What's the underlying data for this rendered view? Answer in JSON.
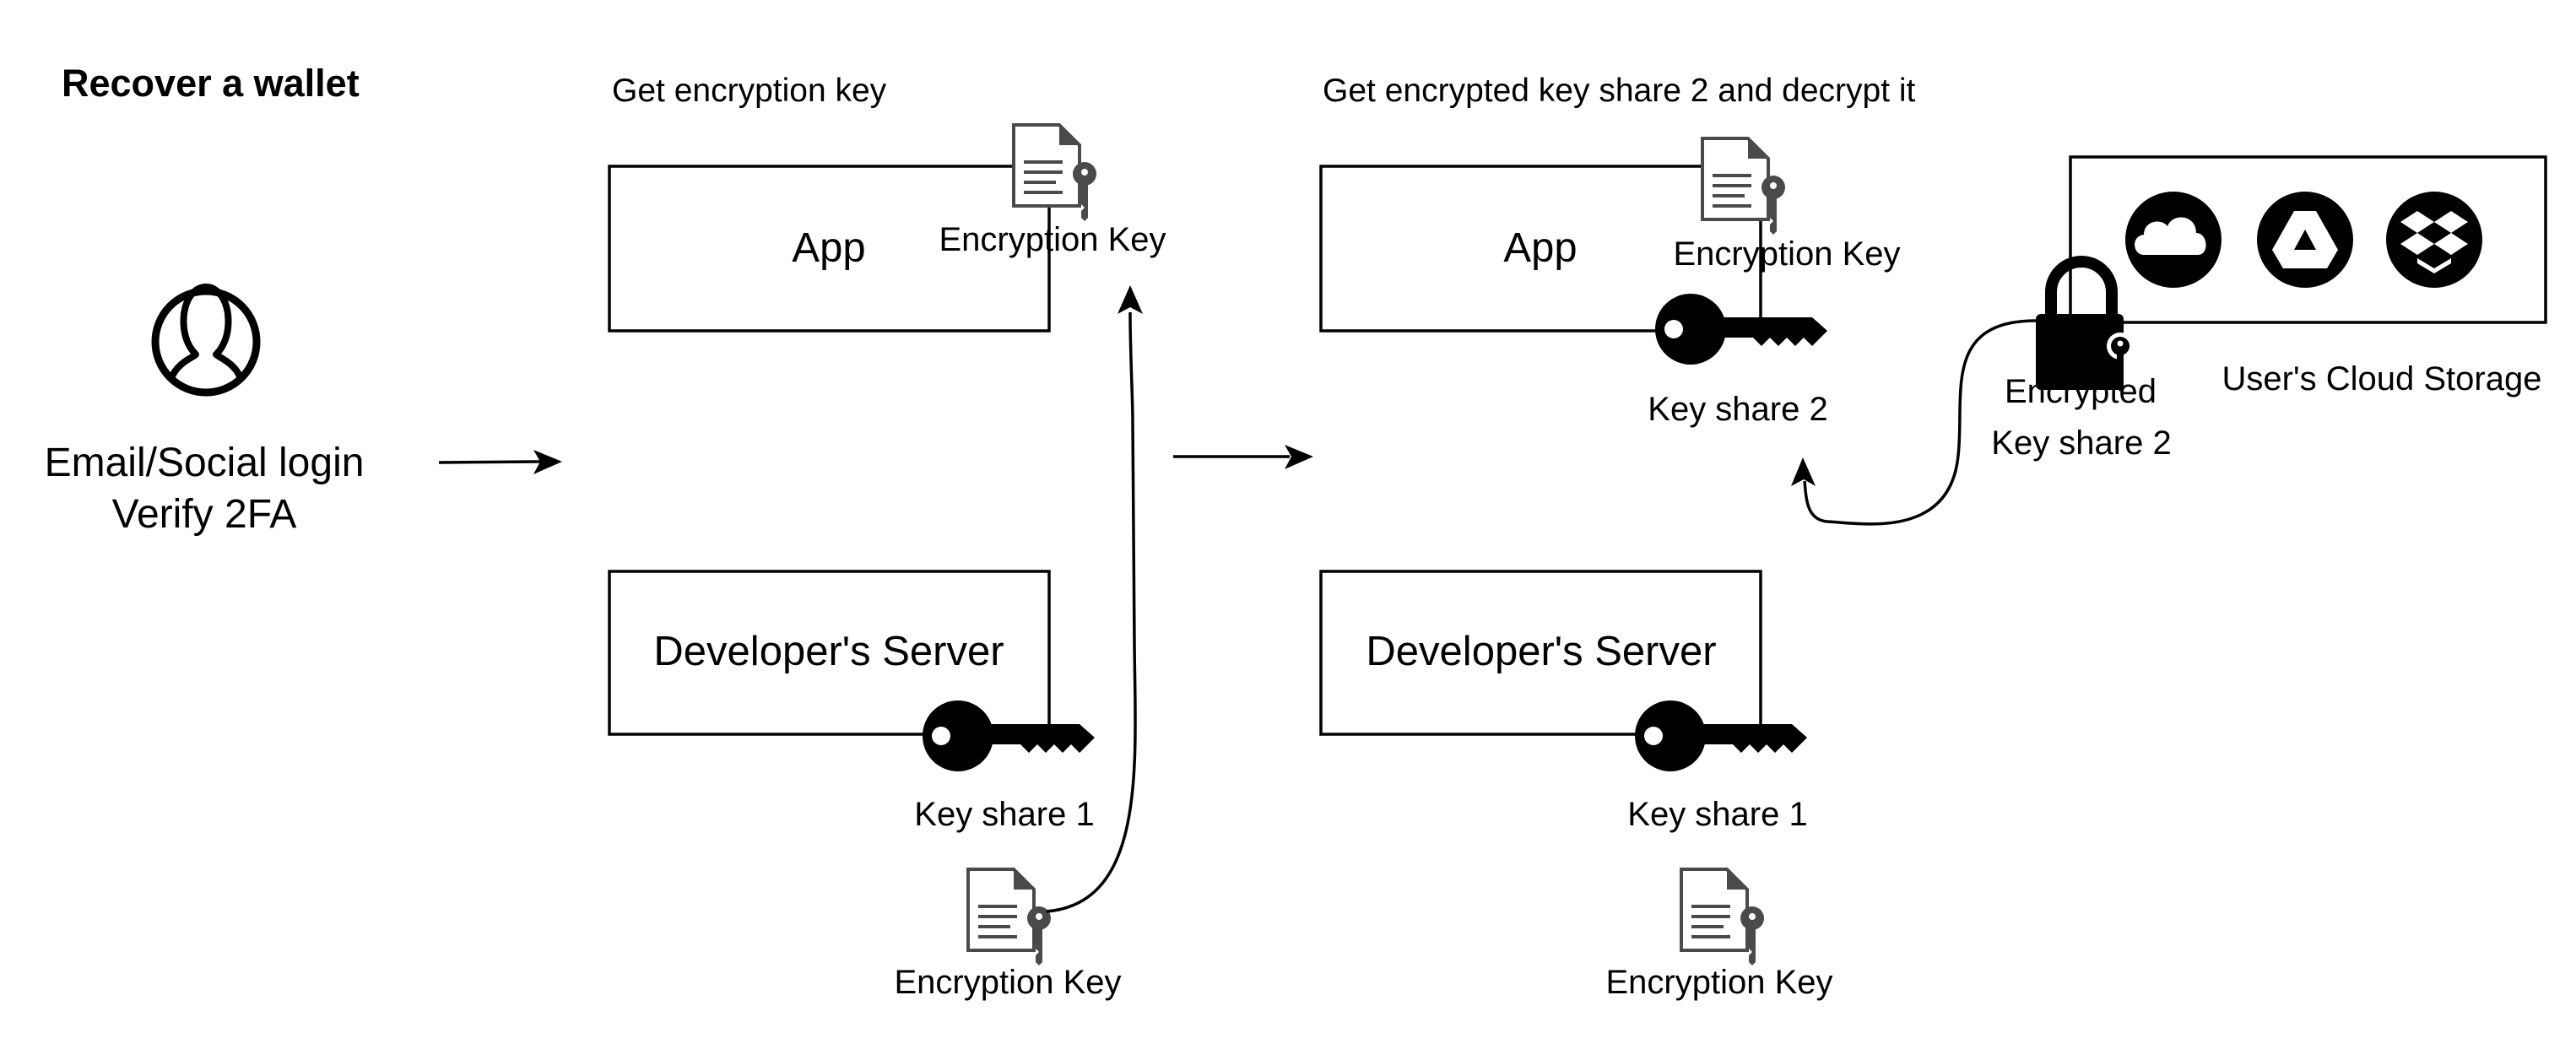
{
  "title": "Recover a wallet",
  "login": {
    "line1": "Email/Social login",
    "line2": "Verify 2FA",
    "icon": "user-icon"
  },
  "step1": {
    "heading": "Get encryption key",
    "app_label": "App",
    "server_label": "Developer's Server",
    "app_encryption_key_label": "Encryption Key",
    "key_share_label": "Key share 1",
    "server_encryption_key_label": "Encryption Key"
  },
  "step2": {
    "heading": "Get encrypted key share 2 and decrypt it",
    "app_label": "App",
    "server_label": "Developer's Server",
    "app_encryption_key_label": "Encryption Key",
    "app_key_share_label": "Key share 2",
    "key_share_label": "Key share 1",
    "server_encryption_key_label": "Encryption Key",
    "encrypted_label_line1": "Encrypted",
    "encrypted_label_line2": "Key share 2",
    "cloud_storage_label": "User's Cloud Storage",
    "cloud_providers": [
      "cloud-icon",
      "google-drive-icon",
      "dropbox-icon"
    ]
  },
  "colors": {
    "line": "#000000",
    "icon": "#000000",
    "document_icon": "#4a4a4a",
    "background": "#ffffff"
  }
}
